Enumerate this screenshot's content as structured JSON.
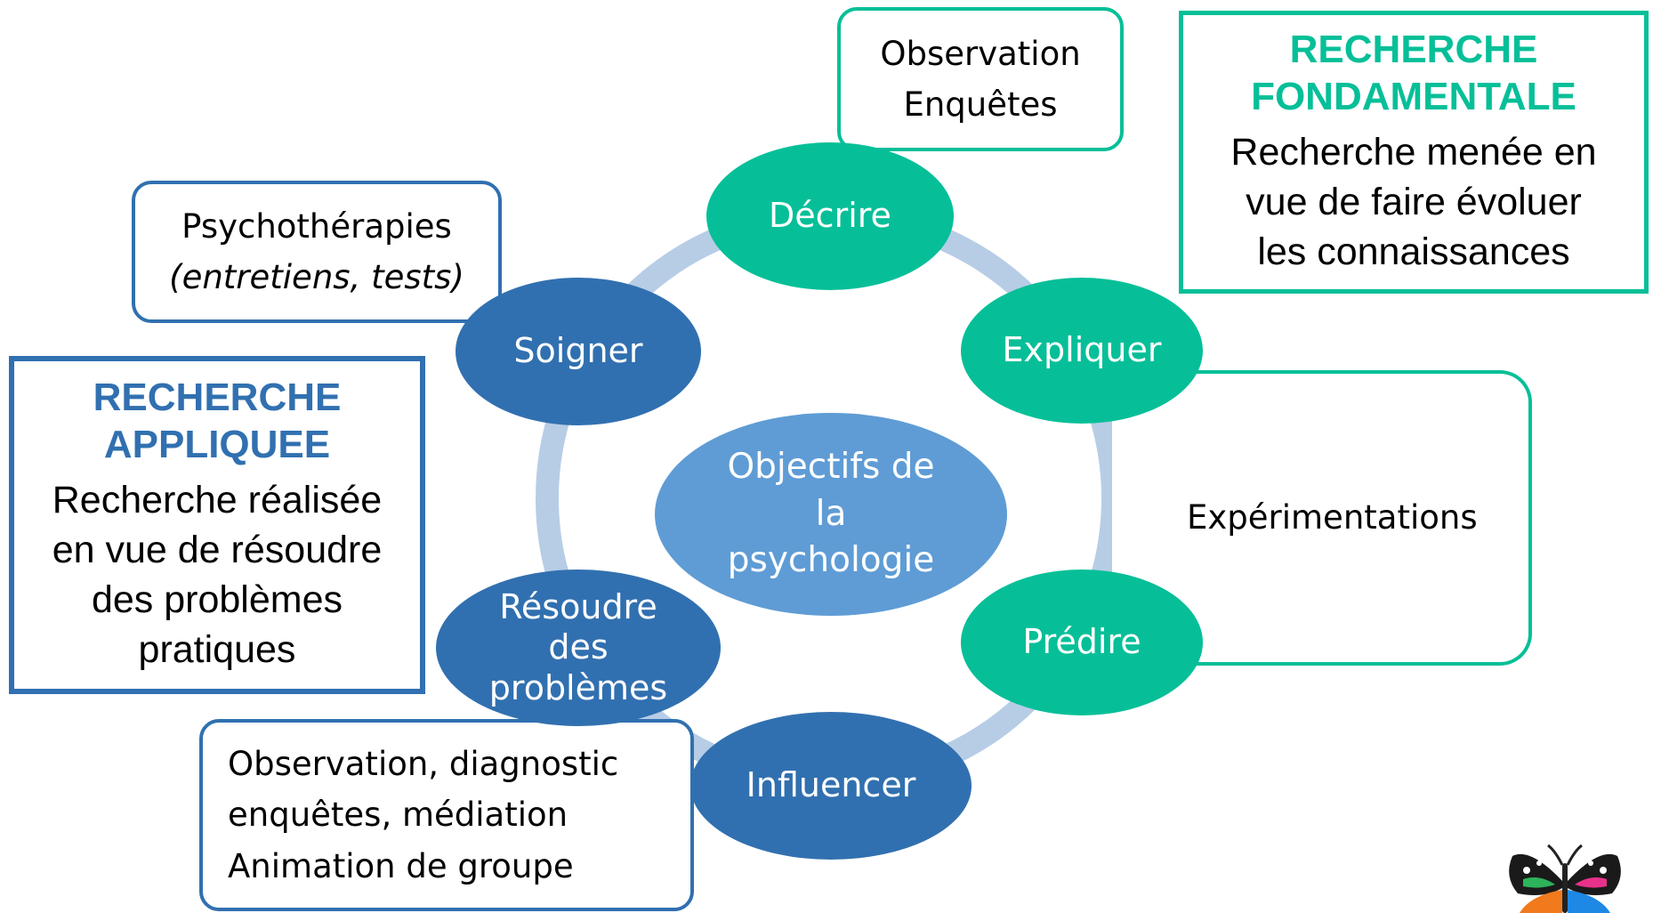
{
  "diagram": {
    "center": {
      "lines": [
        "Objectifs de",
        "la",
        "psychologie"
      ]
    },
    "objectives": [
      {
        "id": "decrire",
        "label": "Décrire",
        "color": "#06bf98"
      },
      {
        "id": "expliquer",
        "label": "Expliquer",
        "color": "#06bf98"
      },
      {
        "id": "predire",
        "label": "Prédire",
        "color": "#06bf98"
      },
      {
        "id": "influencer",
        "label": "Influencer",
        "color": "#3170b0"
      },
      {
        "id": "resoudre",
        "label": "Résoudre\ndes\nproblèmes",
        "color": "#3170b0"
      },
      {
        "id": "soigner",
        "label": "Soigner",
        "color": "#3170b0"
      }
    ],
    "method_boxes": {
      "decrire": {
        "lines": [
          "Observation",
          "Enquêtes"
        ]
      },
      "expliquer_predire": {
        "lines": [
          "Expérimentations"
        ]
      },
      "soigner": {
        "line1": "Psychothérapies",
        "line2": "(entretiens, tests)"
      },
      "influencer_resoudre": {
        "lines": [
          "Observation, diagnostic",
          "enquêtes, médiation",
          "Animation de groupe"
        ]
      }
    },
    "research_types": {
      "fondamentale": {
        "heading": "RECHERCHE\nFONDAMENTALE",
        "description": "Recherche menée en\nvue de faire évoluer\nles connaissances"
      },
      "appliquee": {
        "heading": "RECHERCHE\nAPPLIQUEE",
        "description": "Recherche réalisée\nen vue de résoudre\ndes problèmes\npratiques"
      }
    },
    "colors": {
      "green": "#06bf98",
      "blue": "#3170b0",
      "center": "#5f9cd5",
      "ring": "#b7cde6"
    },
    "logo": {
      "name": "butterfly-logo"
    }
  }
}
